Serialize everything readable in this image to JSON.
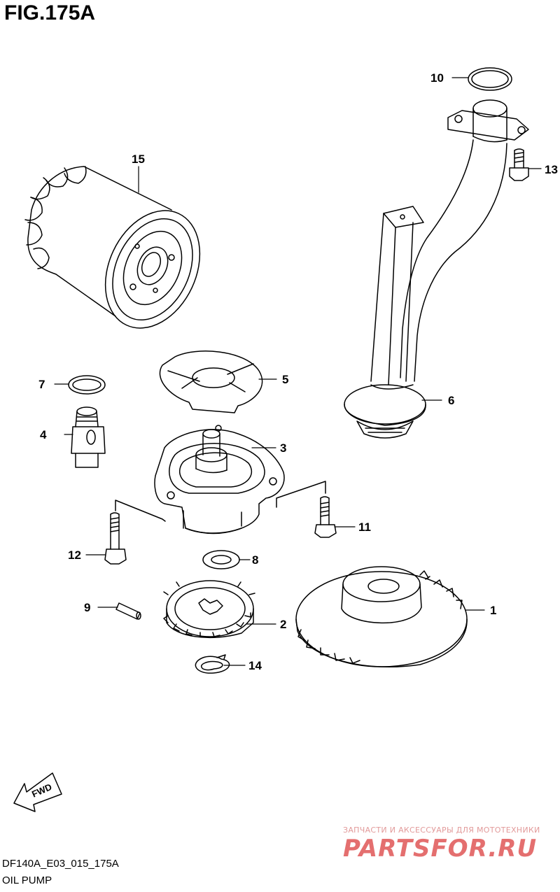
{
  "figure": {
    "title": "FIG.175A",
    "code": "DF140A_E03_015_175A",
    "name": "OIL PUMP"
  },
  "fwd_arrow_label": "FWD",
  "watermark": {
    "top_text": "ЗАПЧАСТИ И АКСЕССУАРЫ ДЛЯ МОТОТЕХНИКИ",
    "logo_text": "PARTSFOR.RU"
  },
  "callouts": [
    "1",
    "2",
    "3",
    "4",
    "5",
    "6",
    "7",
    "8",
    "9",
    "10",
    "11",
    "12",
    "13",
    "14",
    "15"
  ],
  "parts": [
    {
      "ref": "1",
      "icon": "large-gear-icon"
    },
    {
      "ref": "2",
      "icon": "drive-gear-icon"
    },
    {
      "ref": "3",
      "icon": "pump-housing-icon"
    },
    {
      "ref": "4",
      "icon": "union-bolt-icon"
    },
    {
      "ref": "5",
      "icon": "gasket-icon"
    },
    {
      "ref": "6",
      "icon": "strainer-pipe-icon"
    },
    {
      "ref": "7",
      "icon": "o-ring-icon"
    },
    {
      "ref": "8",
      "icon": "washer-icon"
    },
    {
      "ref": "9",
      "icon": "pin-icon"
    },
    {
      "ref": "10",
      "icon": "o-ring-icon"
    },
    {
      "ref": "11",
      "icon": "bolt-icon"
    },
    {
      "ref": "12",
      "icon": "bolt-icon"
    },
    {
      "ref": "13",
      "icon": "bolt-icon"
    },
    {
      "ref": "14",
      "icon": "circlip-icon"
    },
    {
      "ref": "15",
      "icon": "oil-filter-icon"
    }
  ],
  "colors": {
    "line": "#000000",
    "watermark": "#e46f6f"
  }
}
